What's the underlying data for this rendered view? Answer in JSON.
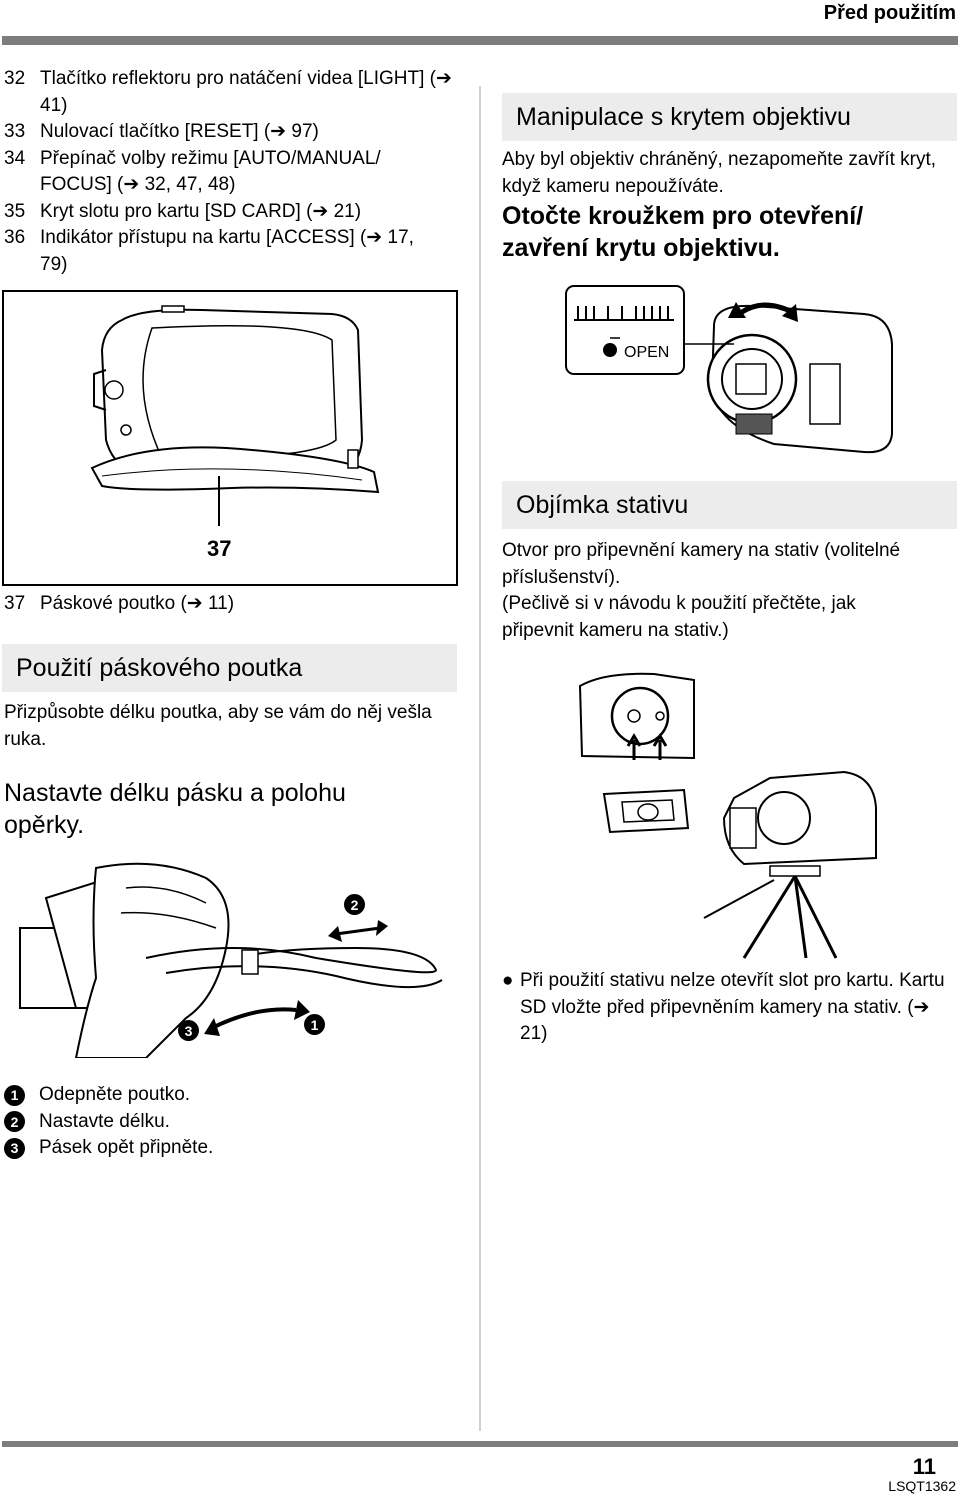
{
  "header": {
    "title": "Před použitím"
  },
  "parts_list": [
    {
      "num": "32",
      "text": "Tlačítko reflektoru pro natáčení videa [LIGHT] (➔ 41)"
    },
    {
      "num": "33",
      "text": "Nulovací tlačítko [RESET] (➔ 97)"
    },
    {
      "num": "34",
      "text": "Přepínač volby režimu [AUTO/MANUAL/ FOCUS] (➔ 32, 47, 48)"
    },
    {
      "num": "35",
      "text": "Kryt slotu pro kartu [SD CARD] (➔ 21)"
    },
    {
      "num": "36",
      "text": "Indikátor přístupu na kartu [ACCESS] (➔ 17, 79)"
    }
  ],
  "figure_camera_side": {
    "callout": "37"
  },
  "part_37": {
    "num": "37",
    "text": "Páskové poutko (➔ 11)"
  },
  "strap_section": {
    "heading": "Použití páskového poutka",
    "intro": "Přizpůsobte délku poutka, aby se vám do něj vešla ruka.",
    "instruction": "Nastavte délku pásku a polohu opěrky.",
    "figure_markers": [
      "1",
      "2",
      "3"
    ],
    "steps": [
      {
        "marker": "1",
        "text": "Odepněte poutko."
      },
      {
        "marker": "2",
        "text": "Nastavte délku."
      },
      {
        "marker": "3",
        "text": "Pásek opět připněte."
      }
    ]
  },
  "lens_section": {
    "heading": "Manipulace s krytem objektivu",
    "intro": "Aby byl objektiv chráněný, nezapomeňte zavřít kryt, když kameru nepoužíváte.",
    "instruction": "Otočte kroužkem pro otevření/ zavření krytu objektivu.",
    "figure_label": "OPEN"
  },
  "tripod_section": {
    "heading": "Objímka stativu",
    "text1": "Otvor pro připevnění kamery na stativ (volitelné příslušenství).",
    "text2": "(Pečlivě si v návodu k použití přečtěte, jak připevnit kameru na stativ.)",
    "note": "Při použití stativu nelze otevřít slot pro kartu. Kartu SD vložte před připevněním kamery na stativ. (➔ 21)"
  },
  "footer": {
    "page_number": "11",
    "doc_code": "LSQT1362"
  }
}
